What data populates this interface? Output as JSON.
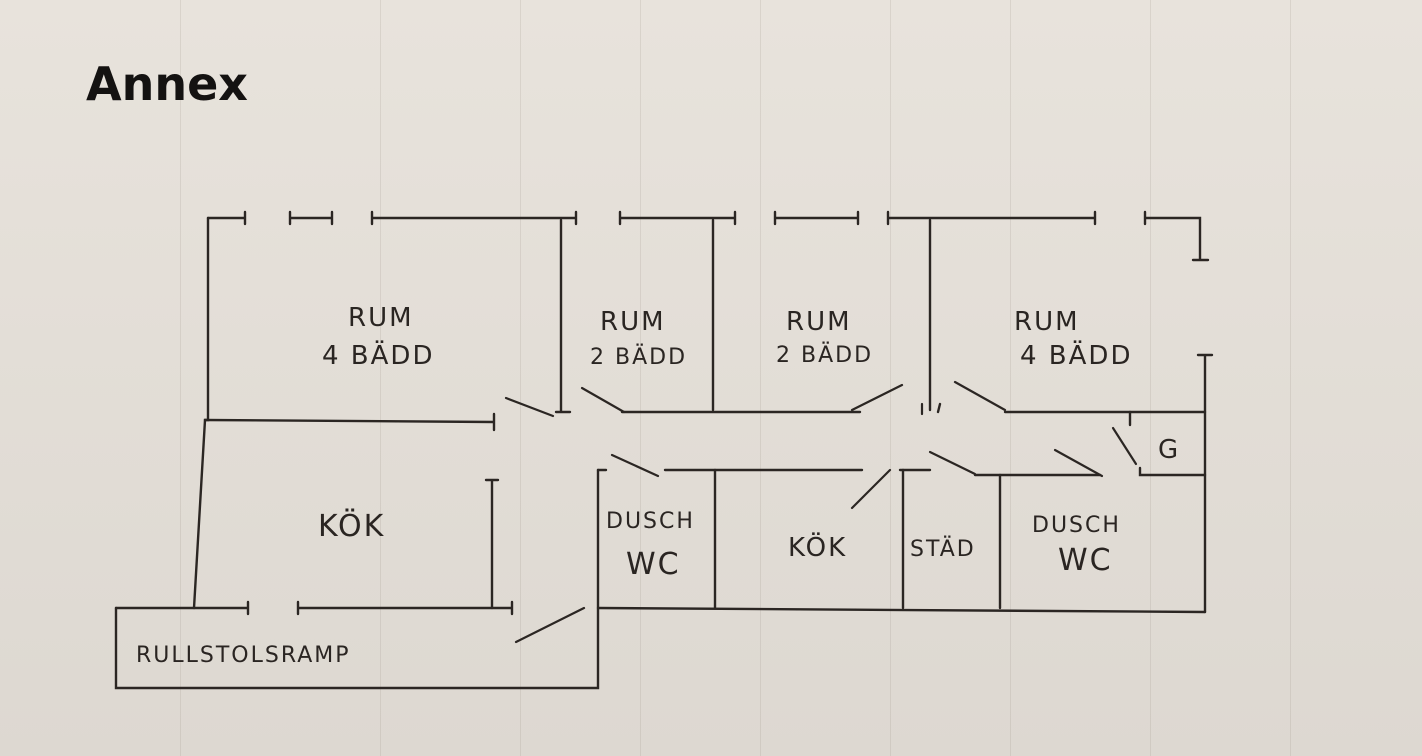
{
  "title": "Annex",
  "rooms": {
    "room1": {
      "line1": "RUM",
      "line2": "4 BÄDD"
    },
    "room2": {
      "line1": "RUM",
      "line2": "2 BÄDD"
    },
    "room3": {
      "line1": "RUM",
      "line2": "2 BÄDD"
    },
    "room4": {
      "line1": "RUM",
      "line2": "4 BÄDD"
    },
    "kitchen1": "KÖK",
    "shower1": {
      "line1": "DUSCH",
      "line2": "WC"
    },
    "kitchen2": "KÖK",
    "cleaning": "STÄD",
    "shower2": {
      "line1": "DUSCH",
      "line2": "WC"
    },
    "g": "G",
    "ramp": "RULLSTOLSRAMP"
  },
  "colors": {
    "ink": "#2b2623",
    "paper": "#e4dfd8"
  }
}
